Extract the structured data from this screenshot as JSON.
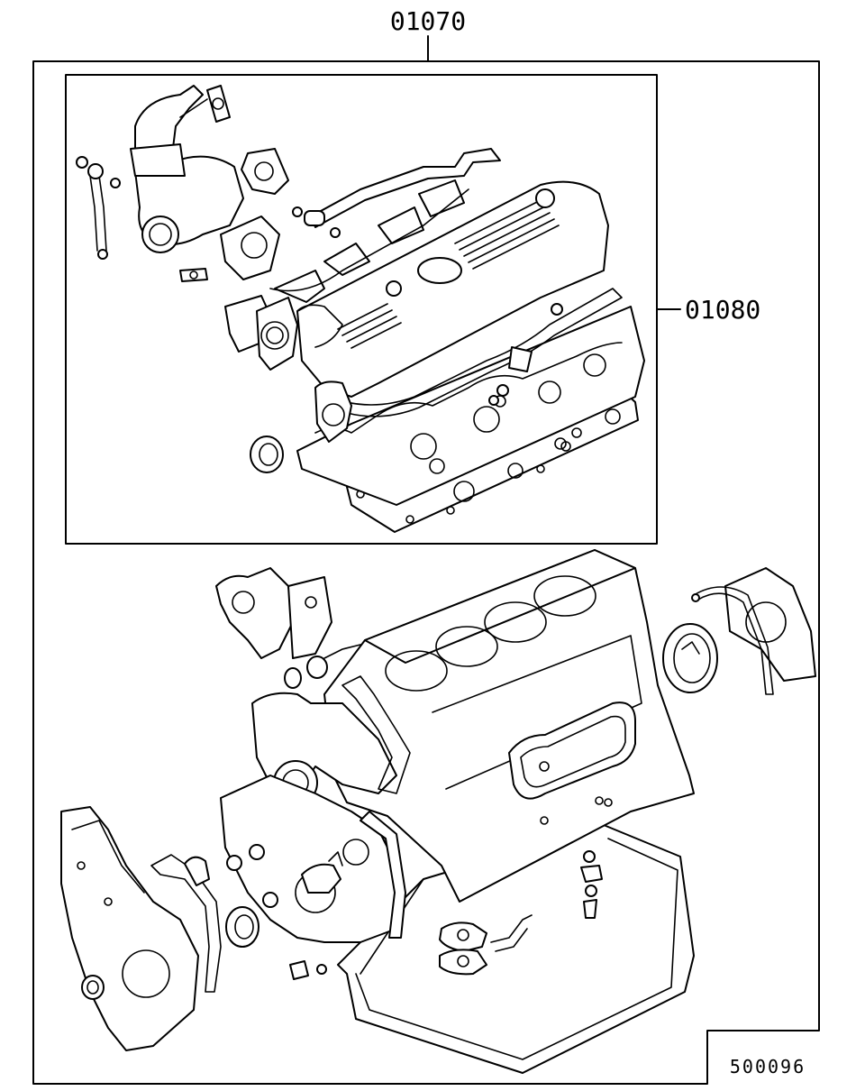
{
  "diagram": {
    "labels": {
      "overhaul_kit": "01070",
      "upper_gasket_kit": "01080",
      "illustration_number": "500096"
    }
  }
}
